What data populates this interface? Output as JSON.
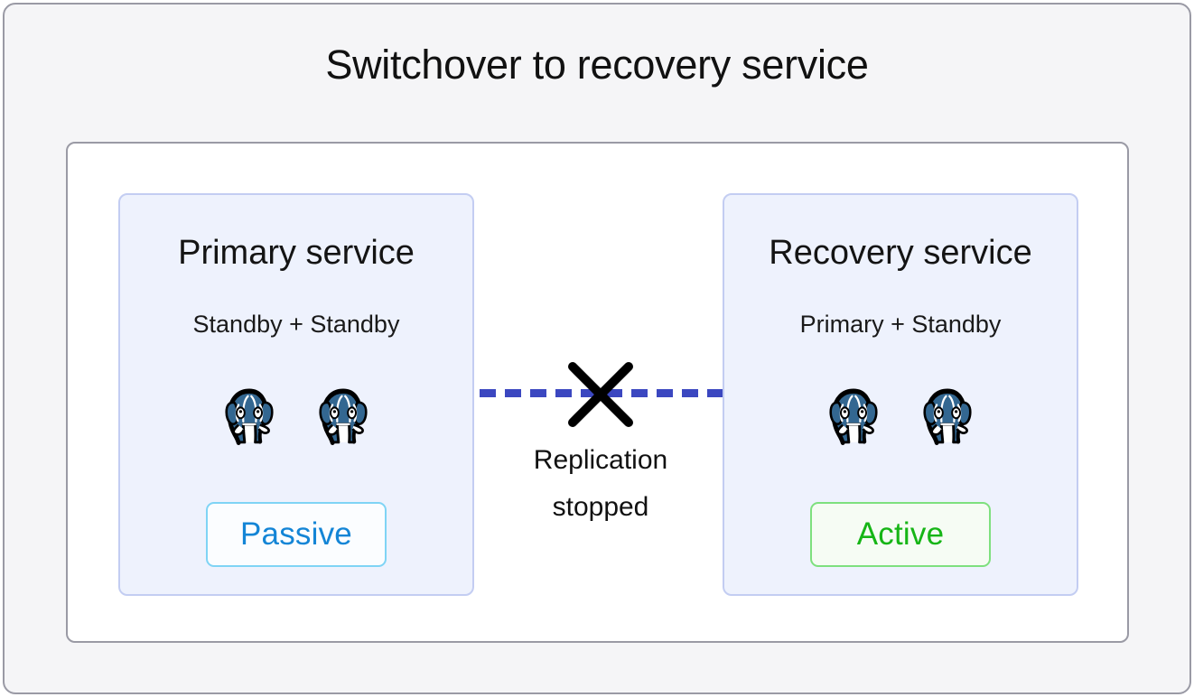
{
  "diagram": {
    "title": "Switchover to recovery service",
    "colors": {
      "page_background": "#f5f5f7",
      "panel_background": "#ffffff",
      "panel_border": "#9a9aa5",
      "card_background": "#eef2fd",
      "card_border": "#c3cdf2",
      "replication_line": "#3b47c0",
      "cross": "#000000",
      "passive_text": "#1485d6",
      "passive_border": "#7fd4f5",
      "active_text": "#16b516",
      "active_border": "#7ee07e",
      "postgres_blue": "#336791"
    },
    "cards": [
      {
        "id": "primary-service",
        "title": "Primary service",
        "subtitle": "Standby + Standby",
        "nodes": [
          "postgres-elephant-icon",
          "postgres-elephant-icon"
        ],
        "status": "Passive"
      },
      {
        "id": "recovery-service",
        "title": "Recovery service",
        "subtitle": "Primary + Standby",
        "nodes": [
          "postgres-elephant-icon",
          "postgres-elephant-icon"
        ],
        "status": "Active"
      }
    ],
    "link": {
      "label_line_1": "Replication",
      "label_line_2": "stopped",
      "state_icon": "cross-icon",
      "line_style": "dashed"
    }
  }
}
